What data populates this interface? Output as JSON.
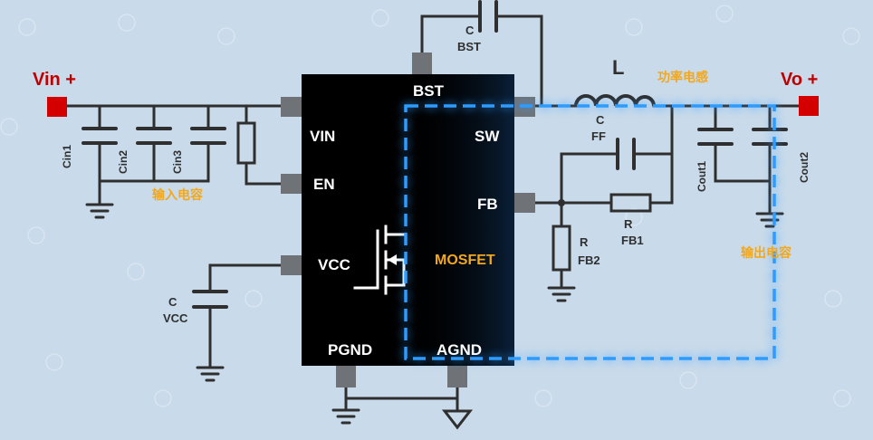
{
  "terminals": {
    "vin": "Vin +",
    "vo": "Vo +"
  },
  "ic": {
    "pins": {
      "vin": "VIN",
      "en": "EN",
      "vcc": "VCC",
      "bst": "BST",
      "sw": "SW",
      "fb": "FB",
      "pgnd": "PGND",
      "agnd": "AGND"
    },
    "mosfet": "MOSFET"
  },
  "components": {
    "cin1": "Cin1",
    "cin2": "Cin2",
    "cin3": "Cin3",
    "input_caps_label": "输入电容",
    "cbst_c": "C",
    "cbst_sub": "BST",
    "inductor": "L",
    "inductor_label": "功率电感",
    "cff_c": "C",
    "cff_sub": "FF",
    "rfb1_r": "R",
    "rfb1_sub": "FB1",
    "rfb2_r": "R",
    "rfb2_sub": "FB2",
    "cout1": "Cout1",
    "cout2": "Cout2",
    "output_caps_label": "输出电容",
    "cvcc_c": "C",
    "cvcc_sub": "VCC"
  },
  "colors": {
    "background": "#c9daea",
    "wire": "#2f2f2f",
    "chip": "#000000",
    "pin": "#6f7378",
    "terminal": "#d40000",
    "terminal_text": "#c00000",
    "accent_label": "#f0a820",
    "loop_highlight": "#2e9bff",
    "chip_text": "#ffffff"
  }
}
